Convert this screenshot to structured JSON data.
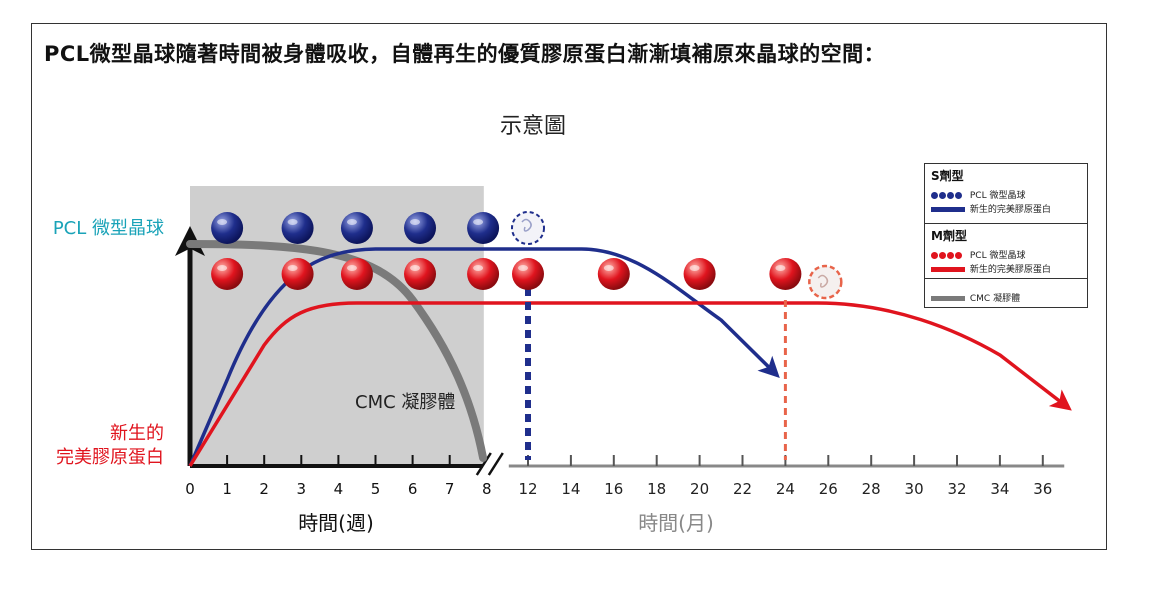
{
  "page": {
    "title": "PCL微型晶球隨著時間被身體吸收，自體再生的優質膠原蛋白漸漸填補原來晶球的空間：",
    "subtitle": "示意圖"
  },
  "colors": {
    "s_type": "#1f2e8c",
    "m_type": "#e0141e",
    "cmc": "#7a7a7a",
    "pcl_label": "#1aa3b8",
    "collagen_label": "#e0141e",
    "time_month_label": "#888888",
    "shade": "#cfcfcf",
    "m_dashed": "#e8644a"
  },
  "chart_data": {
    "type": "line",
    "title": "示意圖",
    "x_weeks_ticks": [
      "0",
      "1",
      "2",
      "3",
      "4",
      "5",
      "6",
      "7",
      "8"
    ],
    "x_months_ticks": [
      "12",
      "14",
      "16",
      "18",
      "20",
      "22",
      "24",
      "26",
      "28",
      "30",
      "32",
      "34",
      "36"
    ],
    "xlabel_weeks": "時間(週)",
    "xlabel_months": "時間(月)",
    "y_label_top": "PCL 微型晶球",
    "y_label_bottom": "新生的\n完美膠原蛋白",
    "y_label_bottom_line1": "新生的",
    "y_label_bottom_line2": "完美膠原蛋白",
    "shaded_region_weeks": [
      0,
      8
    ],
    "cmc_annotation": "CMC 凝膠體",
    "axis_break_after_week": 8,
    "series": [
      {
        "name": "新生的完美膠原蛋白",
        "type_group": "S劑型",
        "end_month": 24,
        "shape": "rise in weeks 0-3, plateau to ~month 15, decline to arrow ~month 25"
      },
      {
        "name": "新生的完美膠原蛋白",
        "type_group": "M劑型",
        "shape": "rise in weeks 0-3, plateau to ~month 26, decline to arrow beyond month 36"
      },
      {
        "name": "CMC 凝膠體",
        "shape": "high at week 0, gradual decline, reaching zero at week 8"
      }
    ],
    "pcl_spheres": {
      "s_type_weeks": [
        1,
        2.9,
        4.5,
        6.2,
        7.9
      ],
      "s_type_absorbed_month": 12,
      "m_type_weeks": [
        1,
        2.9,
        4.5,
        6.2,
        7.9
      ],
      "m_type_months": [
        12,
        16,
        20,
        24
      ],
      "m_type_absorbed_month": 26
    }
  },
  "legend": {
    "s_title": "S劑型",
    "s_item1": "PCL 微型晶球",
    "s_item2": "新生的完美膠原蛋白",
    "m_title": "M劑型",
    "m_item1": "PCL 微型晶球",
    "m_item2": "新生的完美膠原蛋白",
    "cmc_item": "CMC 凝膠體"
  }
}
